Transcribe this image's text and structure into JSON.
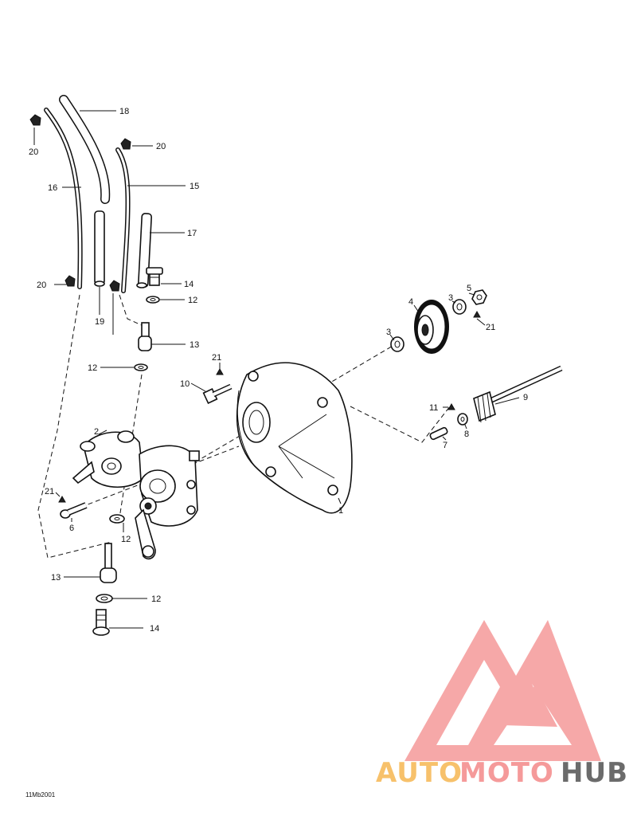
{
  "diagram": {
    "callouts": [
      "18",
      "20",
      "16",
      "15",
      "17",
      "20",
      "19",
      "20",
      "14",
      "12",
      "13",
      "12",
      "21",
      "10",
      "2",
      "21",
      "6",
      "12",
      "13",
      "12",
      "14",
      "4",
      "3",
      "5",
      "21",
      "3",
      "9",
      "11",
      "8",
      "7",
      "1"
    ],
    "figure_code": "11Mb2001"
  },
  "watermark": {
    "brand_part1": "AUTO",
    "brand_part2": "MOTO",
    "brand_part3": "HUB",
    "color_primary": "#f59a9a",
    "color_secondary": "#f7c16b",
    "color_tertiary": "#6b6b6b"
  }
}
